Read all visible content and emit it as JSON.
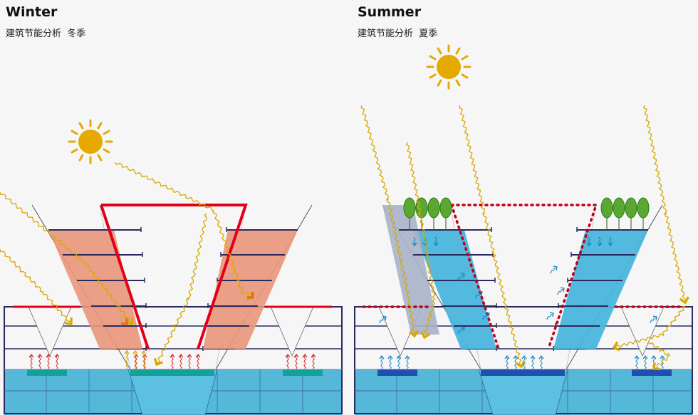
{
  "winter": {
    "title": "Winter",
    "subtitle": "建筑节能分析",
    "season": "冬季"
  },
  "summer": {
    "title": "Summer",
    "subtitle": "建筑节能分析",
    "season": "夏季"
  },
  "colors": {
    "sun": "#e6a900",
    "ray": "#d8a800",
    "frame": "#e0001a",
    "warm_fill": "#e9967a",
    "water": "#56b8d8",
    "cool_fill": "#4ab5dc",
    "structure": "#2b2a5e",
    "tree": "#5aa832",
    "heat_arrow": "#d02a2a",
    "cool_arrow": "#1a7fc0",
    "dark_pool": "#1f4fb0"
  },
  "icons": [
    "sun-icon",
    "wavy-ray-icon",
    "heat-arrow-icon",
    "cool-airflow-arrow-icon",
    "tree-icon"
  ]
}
